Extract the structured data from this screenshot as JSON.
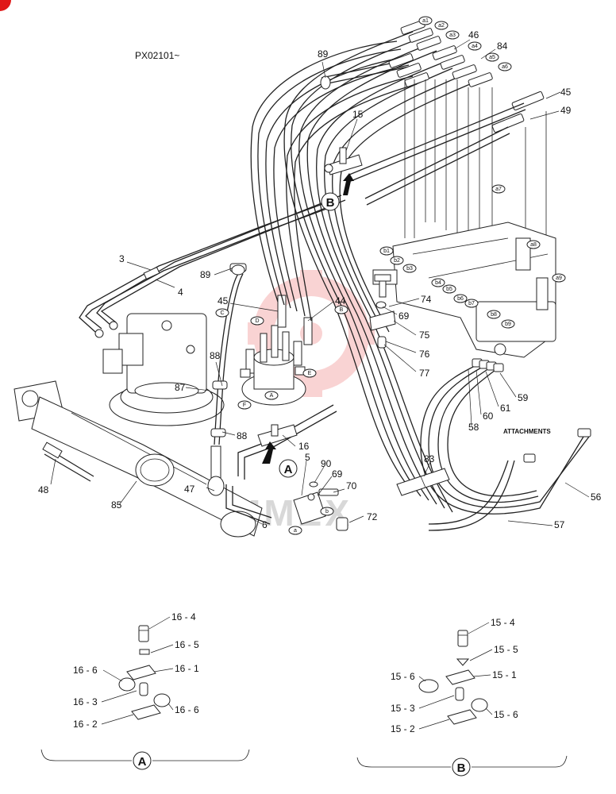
{
  "serial": "PX02101~",
  "attachments_label": "ATTACHMENTS",
  "watermark": "MMEX",
  "colors": {
    "line": "#222222",
    "watermark": "#e63a3a",
    "corner_mark": "#e01818"
  },
  "callouts": {
    "c89a": "89",
    "c46": "46",
    "c84": "84",
    "c45a": "45",
    "c49": "49",
    "c15": "15",
    "c3": "3",
    "c4": "4",
    "c89b": "89",
    "c45b": "45",
    "c44": "44",
    "c74": "74",
    "c69a": "69",
    "c75": "75",
    "c76": "76",
    "c77": "77",
    "c88a": "88",
    "c87": "87",
    "c88b": "88",
    "c16": "16",
    "c59": "59",
    "c61": "61",
    "c60": "60",
    "c58": "58",
    "c5": "5",
    "c90": "90",
    "c69b": "69",
    "c70": "70",
    "c72": "72",
    "c6": "6",
    "c47": "47",
    "c48": "48",
    "c85": "85",
    "c83": "83",
    "c56": "56",
    "c57": "57"
  },
  "port_tags": {
    "a1": "a1",
    "a2": "a2",
    "a3": "a3",
    "a4": "a4",
    "a5": "a5",
    "a6": "a6",
    "a7": "a7",
    "a8": "a8",
    "a9": "a9",
    "b1": "b1",
    "b2": "b2",
    "b3": "b3",
    "b4": "b4",
    "b5": "b5",
    "b6": "b6",
    "b7": "b7",
    "b8": "b8",
    "b9": "b9",
    "A": "A",
    "B": "B",
    "C": "C",
    "D": "D",
    "E": "E",
    "F": "F",
    "a": "a",
    "b": "b"
  },
  "detail_refs": {
    "A": "A",
    "B": "B"
  },
  "detail_a": {
    "p4": "16 - 4",
    "p5": "16 - 5",
    "p6a": "16 - 6",
    "p1": "16 - 1",
    "p3": "16 - 3",
    "p6b": "16 - 6",
    "p2": "16 - 2",
    "label": "A"
  },
  "detail_b": {
    "p4": "15 - 4",
    "p5": "15 - 5",
    "p6a": "15 - 6",
    "p1": "15 - 1",
    "p3": "15 - 3",
    "p6b": "15 - 6",
    "p2": "15 - 2",
    "label": "B"
  }
}
